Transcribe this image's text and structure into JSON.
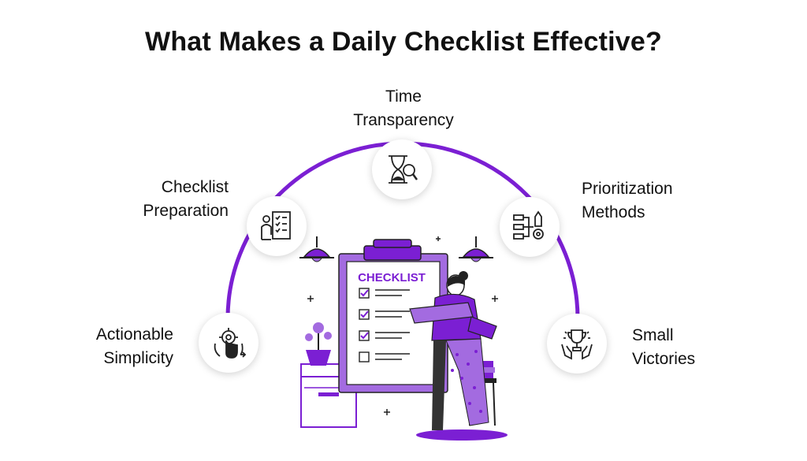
{
  "title": "What Makes a Daily Checklist Effective?",
  "items": [
    {
      "line1": "Time",
      "line2": "Transparency",
      "icon": "hourglass-magnifier-icon"
    },
    {
      "line1": "Checklist",
      "line2": "Preparation",
      "icon": "checklist-person-icon"
    },
    {
      "line1": "Prioritization",
      "line2": "Methods",
      "icon": "flowchart-gear-icon"
    },
    {
      "line1": "Actionable",
      "line2": "Simplicity",
      "icon": "hand-gear-icon"
    },
    {
      "line1": "Small",
      "line2": "Victories",
      "icon": "trophy-hands-icon"
    }
  ],
  "illustration": {
    "board_label": "CHECKLIST"
  },
  "colors": {
    "accent": "#7b1fd3",
    "accent_light": "#a36be0",
    "text": "#111111"
  }
}
